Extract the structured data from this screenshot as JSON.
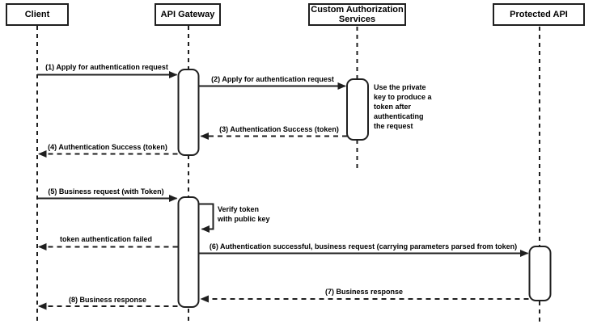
{
  "diagram": {
    "type": "sequence",
    "colors": {
      "line": "#1f1f1f",
      "box_fill": "#ffffff",
      "background": "#ffffff"
    },
    "actors": [
      {
        "id": "client",
        "label": "Client"
      },
      {
        "id": "api-gateway",
        "label": "API Gateway"
      },
      {
        "id": "custom-authorization-services",
        "label": "Custom Authorization\nServices"
      },
      {
        "id": "protected-api",
        "label": "Protected API"
      }
    ],
    "messages": [
      {
        "seq": "1",
        "label": "(1) Apply for authentication request",
        "from": "Client",
        "to": "API Gateway",
        "style": "solid"
      },
      {
        "seq": "2",
        "label": "(2) Apply for authentication request",
        "from": "API Gateway",
        "to": "Custom Authorization Services",
        "style": "solid"
      },
      {
        "seq": "3",
        "label": "(3) Authentication Success (token)",
        "from": "Custom Authorization Services",
        "to": "API Gateway",
        "style": "dashed"
      },
      {
        "seq": "4",
        "label": "(4) Authentication Success (token)",
        "from": "API Gateway",
        "to": "Client",
        "style": "dashed"
      },
      {
        "seq": "5",
        "label": "(5) Business request (with Token)",
        "from": "Client",
        "to": "API Gateway",
        "style": "solid"
      },
      {
        "seq": "",
        "label": "token authentication failed",
        "from": "API Gateway",
        "to": "Client",
        "style": "dashed"
      },
      {
        "seq": "6",
        "label": "(6) Authentication successful, business request (carrying parameters parsed from token)",
        "from": "API Gateway",
        "to": "Protected API",
        "style": "solid"
      },
      {
        "seq": "7",
        "label": "(7) Business response",
        "from": "Protected API",
        "to": "API Gateway",
        "style": "dashed"
      },
      {
        "seq": "8",
        "label": "(8) Business response",
        "from": "API Gateway",
        "to": "Client",
        "style": "dashed"
      }
    ],
    "notes": [
      {
        "text": "Use the private\nkey to produce a\ntoken after\nauthenticating\nthe request",
        "attached_to": "Custom Authorization Services"
      },
      {
        "text": "Verify token\nwith public key",
        "attached_to": "API Gateway"
      }
    ]
  }
}
